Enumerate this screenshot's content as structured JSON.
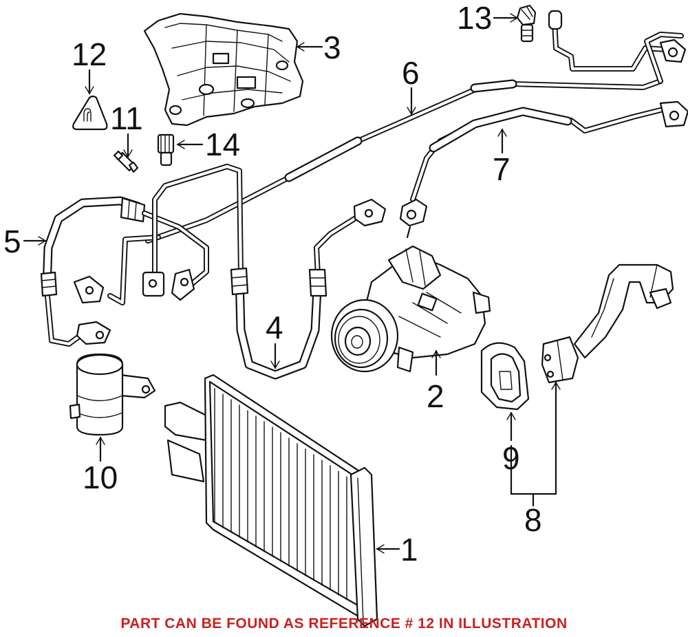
{
  "callouts": {
    "c1": "1",
    "c2": "2",
    "c3": "3",
    "c4": "4",
    "c5": "5",
    "c6": "6",
    "c7": "7",
    "c8": "8",
    "c9": "9",
    "c10": "10",
    "c11": "11",
    "c12": "12",
    "c13": "13",
    "c14": "14"
  },
  "caption": "PART CAN BE FOUND AS REFERENCE # 12 IN ILLUSTRATION",
  "colors": {
    "caption": "#cc1f1f",
    "line": "#111111",
    "background": "#ffffff"
  }
}
